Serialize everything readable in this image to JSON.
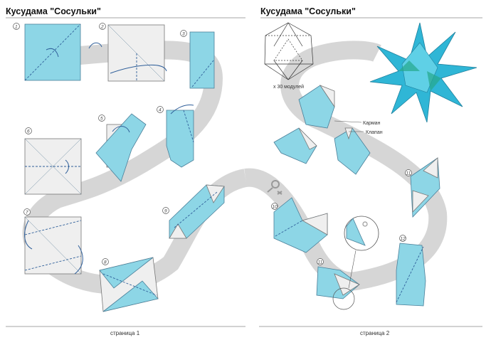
{
  "page1": {
    "title": "Кусудама \"Сосульки\"",
    "footer": "страница 1"
  },
  "page2": {
    "title": "Кусудама \"Сосульки\"",
    "footer": "страница 2",
    "modules_label": "x 30 модулей",
    "pocket_label": "Карман",
    "flap_label": "Клапан"
  },
  "steps": [
    "1",
    "2",
    "3",
    "4",
    "5",
    "6",
    "7",
    "8",
    "9",
    "10",
    "11",
    "11",
    "12"
  ],
  "colors": {
    "paper_blue": "#8dd6e6",
    "band_gray": "#d6d6d6",
    "line_blue": "#2f5f9a"
  }
}
